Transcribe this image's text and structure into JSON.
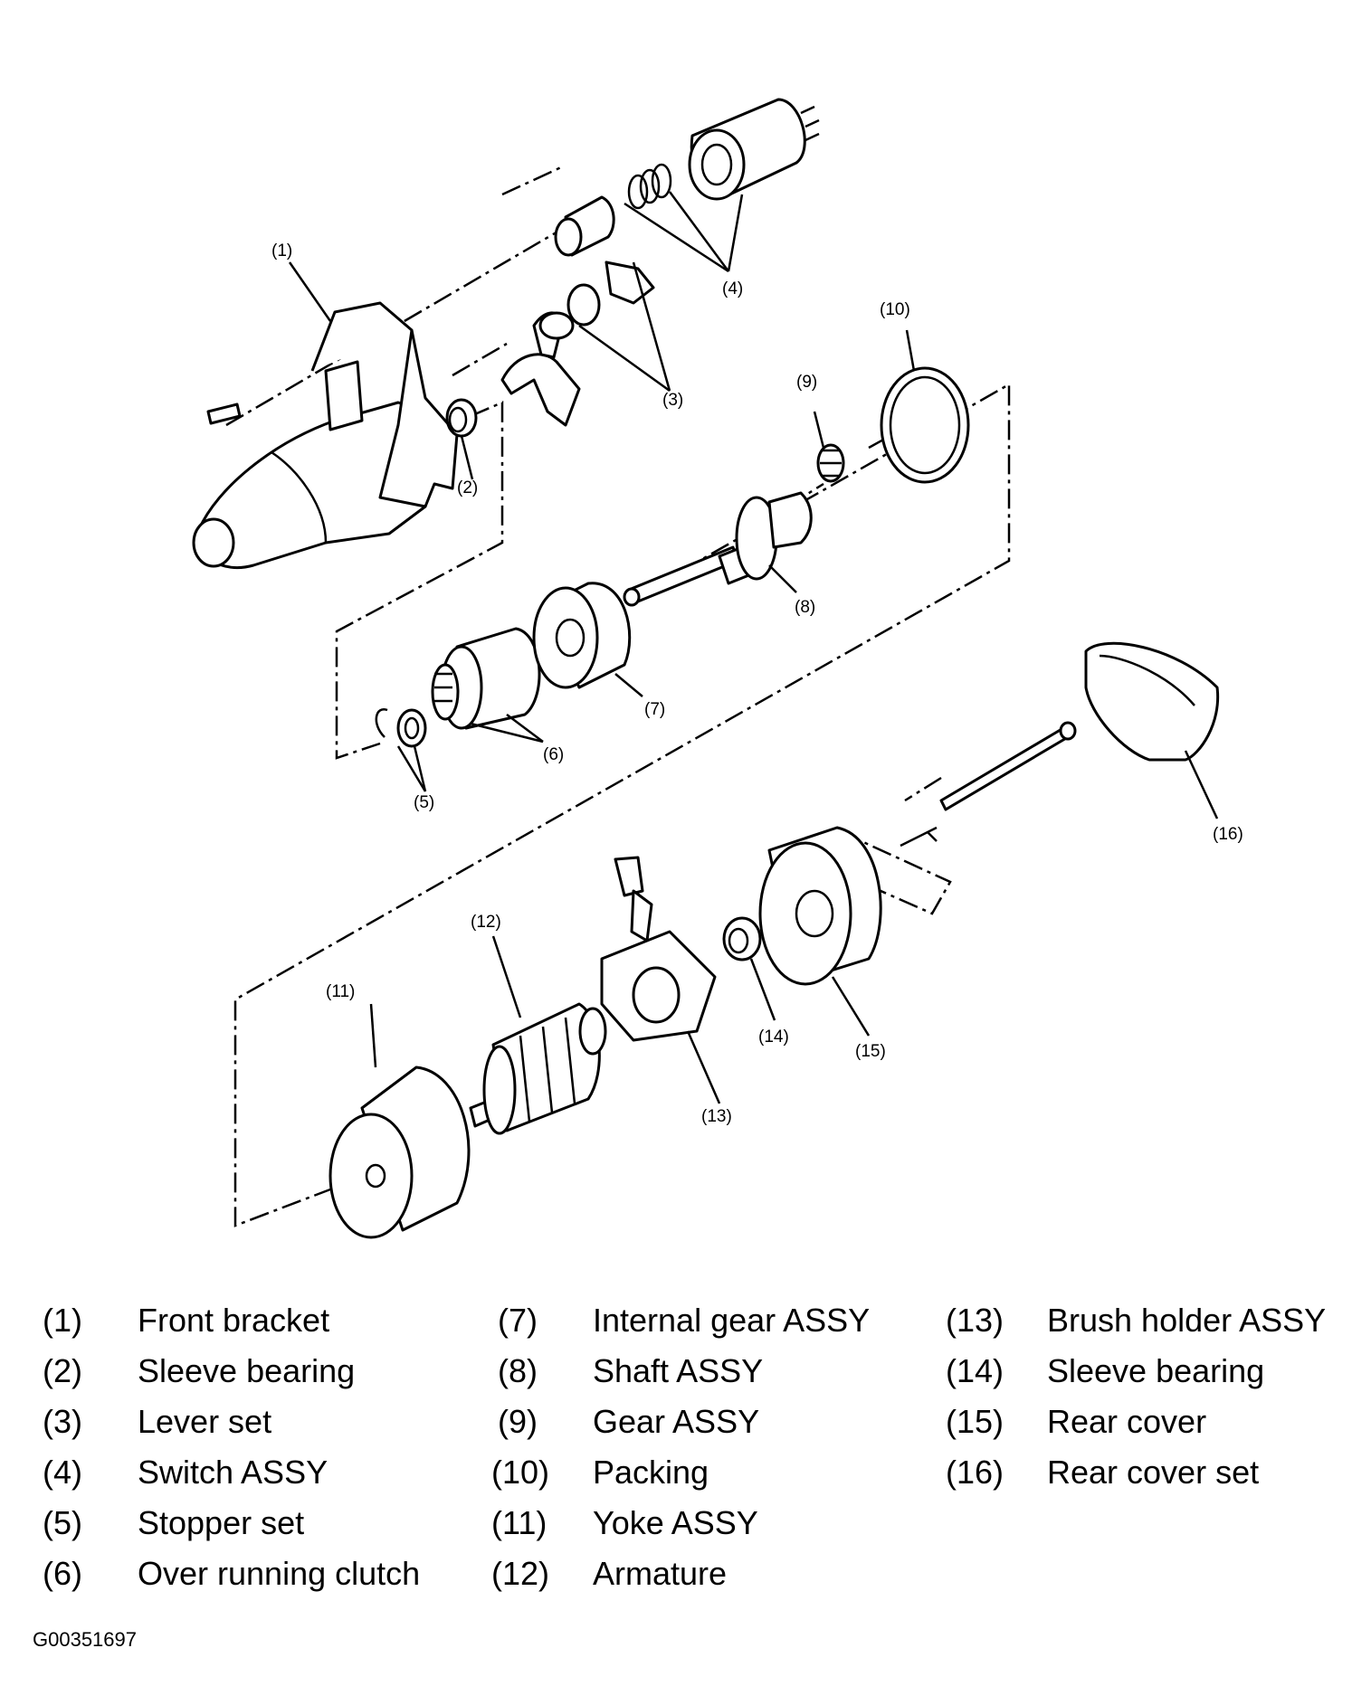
{
  "figure_code": "G00351697",
  "callouts": [
    "(1)",
    "(2)",
    "(3)",
    "(4)",
    "(5)",
    "(6)",
    "(7)",
    "(8)",
    "(9)",
    "(10)",
    "(11)",
    "(12)",
    "(13)",
    "(14)",
    "(15)",
    "(16)"
  ],
  "legend": [
    {
      "num": "(1)",
      "name": "Front bracket"
    },
    {
      "num": "(2)",
      "name": "Sleeve bearing"
    },
    {
      "num": "(3)",
      "name": "Lever set"
    },
    {
      "num": "(4)",
      "name": "Switch ASSY"
    },
    {
      "num": "(5)",
      "name": "Stopper set"
    },
    {
      "num": "(6)",
      "name": "Over running clutch"
    },
    {
      "num": "(7)",
      "name": "Internal gear ASSY"
    },
    {
      "num": "(8)",
      "name": "Shaft ASSY"
    },
    {
      "num": "(9)",
      "name": "Gear ASSY"
    },
    {
      "num": "(10)",
      "name": "Packing"
    },
    {
      "num": "(11)",
      "name": "Yoke ASSY"
    },
    {
      "num": "(12)",
      "name": "Armature"
    },
    {
      "num": "(13)",
      "name": "Brush holder ASSY"
    },
    {
      "num": "(14)",
      "name": "Sleeve bearing"
    },
    {
      "num": "(15)",
      "name": "Rear cover"
    },
    {
      "num": "(16)",
      "name": "Rear cover set"
    }
  ]
}
